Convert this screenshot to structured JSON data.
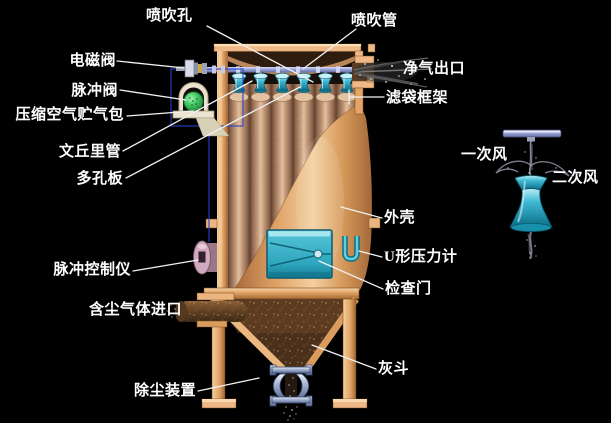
{
  "scene": {
    "background": "#000000"
  },
  "labels": {
    "blow_holes": "喷吹孔",
    "blow_pipe": "喷吹管",
    "solenoid_valve": "电磁阀",
    "pulse_valve": "脉冲阀",
    "air_reservoir": "压缩空气贮气包",
    "venturi_tube": "文丘里管",
    "perforated_plate": "多孔板",
    "clean_air_outlet": "净气出口",
    "bag_cage": "滤袋框架",
    "primary_air": "一次风",
    "secondary_air": "二次风",
    "shell": "外壳",
    "u_manometer": "U形压力计",
    "inspection_door": "检查门",
    "pulse_controller": "脉冲控制仪",
    "dusty_gas_inlet": "含尘气体进口",
    "dust_unloader": "除尘装置",
    "ash_hopper": "灰斗"
  },
  "colors": {
    "background": "#000000",
    "casing_tan": "#eab57e",
    "filter_bag": "#d8b294",
    "venturi_teal": "#3fb9d4",
    "pipe_lavender": "#98a2d8",
    "valve_green": "#46cf66",
    "controller_pink": "#cfa8bc",
    "discharge_steel_blue": "#9fb0d0",
    "wire_blue": "#2a3fd0",
    "label_text": "#ffffff"
  }
}
